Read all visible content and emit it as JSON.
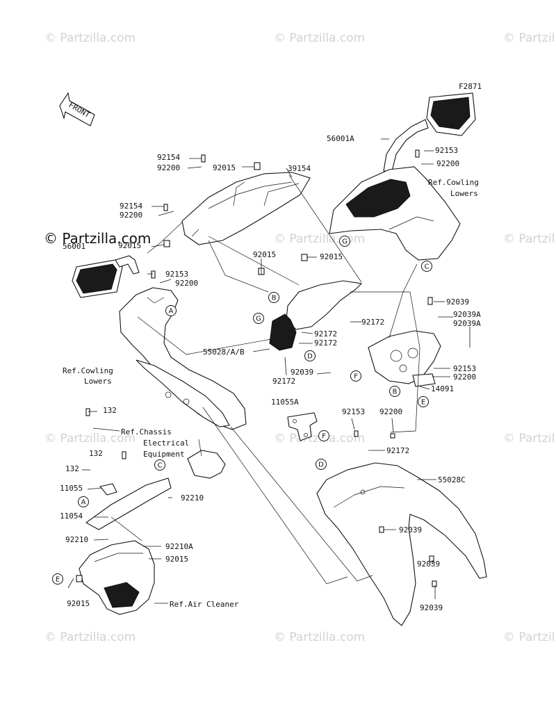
{
  "diagram_id": "F2871",
  "front_label": "FRONT",
  "watermark_text": "© Partzilla.com",
  "main_watermark": "© Partzilla.com",
  "parts": [
    {
      "id": "p56001A",
      "label": "56001A"
    },
    {
      "id": "p92153a",
      "label": "92153"
    },
    {
      "id": "p92200a",
      "label": "92200"
    },
    {
      "id": "p92015a",
      "label": "92015"
    },
    {
      "id": "p39154",
      "label": "39154"
    },
    {
      "id": "p92154a",
      "label": "92154"
    },
    {
      "id": "p92200b",
      "label": "92200"
    },
    {
      "id": "p92154b",
      "label": "92154"
    },
    {
      "id": "p92200c",
      "label": "92200"
    },
    {
      "id": "p56001",
      "label": "56001"
    },
    {
      "id": "p92015b",
      "label": "92015"
    },
    {
      "id": "p92153b",
      "label": "92153"
    },
    {
      "id": "p92200d",
      "label": "92200"
    },
    {
      "id": "p92015c",
      "label": "92015"
    },
    {
      "id": "p92015d",
      "label": "92015"
    },
    {
      "id": "p92039a",
      "label": "92039"
    },
    {
      "id": "p92039A1",
      "label": "92039A"
    },
    {
      "id": "p92039A2",
      "label": "92039A"
    },
    {
      "id": "p92172a",
      "label": "92172"
    },
    {
      "id": "p92172b",
      "label": "92172"
    },
    {
      "id": "p92172c",
      "label": "92172"
    },
    {
      "id": "p55028AB",
      "label": "55028/A/B"
    },
    {
      "id": "p92172d",
      "label": "92172"
    },
    {
      "id": "p92039b",
      "label": "92039"
    },
    {
      "id": "p92153c",
      "label": "92153"
    },
    {
      "id": "p92200e",
      "label": "92200"
    },
    {
      "id": "p14091",
      "label": "14091"
    },
    {
      "id": "p11055A",
      "label": "11055A"
    },
    {
      "id": "p92153d",
      "label": "92153"
    },
    {
      "id": "p92200f",
      "label": "92200"
    },
    {
      "id": "p92172e",
      "label": "92172"
    },
    {
      "id": "p55028C",
      "label": "55028C"
    },
    {
      "id": "p92039c",
      "label": "92039"
    },
    {
      "id": "p92039d",
      "label": "92039"
    },
    {
      "id": "p92039e",
      "label": "92039"
    },
    {
      "id": "p132a",
      "label": "132"
    },
    {
      "id": "p132b",
      "label": "132"
    },
    {
      "id": "p132c",
      "label": "132"
    },
    {
      "id": "p11055",
      "label": "11055"
    },
    {
      "id": "p11054",
      "label": "11054"
    },
    {
      "id": "p92210a",
      "label": "92210"
    },
    {
      "id": "p92210b",
      "label": "92210"
    },
    {
      "id": "p92210A",
      "label": "92210A"
    },
    {
      "id": "p92015e",
      "label": "92015"
    },
    {
      "id": "p92015f",
      "label": "92015"
    }
  ],
  "references": [
    {
      "id": "r1",
      "lines": [
        "Ref.Cowling",
        "Lowers"
      ]
    },
    {
      "id": "r2",
      "lines": [
        "Ref.Cowling",
        "Lowers"
      ]
    },
    {
      "id": "r3",
      "lines": [
        "Ref.Chassis",
        "Electrical",
        "Equipment"
      ]
    },
    {
      "id": "r4",
      "lines": [
        "Ref.Air Cleaner"
      ]
    }
  ],
  "callouts": [
    "A",
    "A",
    "B",
    "B",
    "C",
    "C",
    "D",
    "D",
    "E",
    "E",
    "F",
    "F",
    "G",
    "G"
  ]
}
